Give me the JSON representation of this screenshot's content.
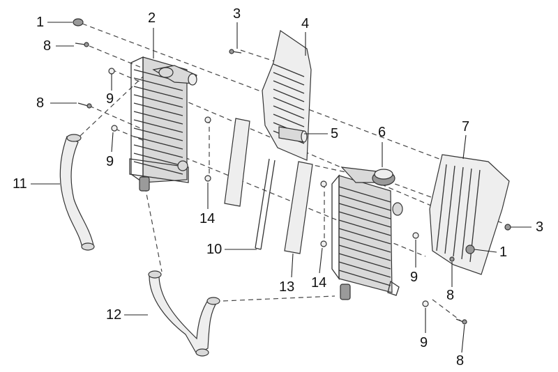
{
  "callouts": [
    {
      "id": "c1a",
      "label": "1"
    },
    {
      "id": "c2",
      "label": "2"
    },
    {
      "id": "c3a",
      "label": "3"
    },
    {
      "id": "c4",
      "label": "4"
    },
    {
      "id": "c8a",
      "label": "8"
    },
    {
      "id": "c9a",
      "label": "9"
    },
    {
      "id": "c8b",
      "label": "8"
    },
    {
      "id": "c9b",
      "label": "9"
    },
    {
      "id": "c5",
      "label": "5"
    },
    {
      "id": "c6",
      "label": "6"
    },
    {
      "id": "c7",
      "label": "7"
    },
    {
      "id": "c11",
      "label": "11"
    },
    {
      "id": "c14a",
      "label": "14"
    },
    {
      "id": "c10",
      "label": "10"
    },
    {
      "id": "c3b",
      "label": "3"
    },
    {
      "id": "c1b",
      "label": "1"
    },
    {
      "id": "c14b",
      "label": "14"
    },
    {
      "id": "c13",
      "label": "13"
    },
    {
      "id": "c9c",
      "label": "9"
    },
    {
      "id": "c8c",
      "label": "8"
    },
    {
      "id": "c12",
      "label": "12"
    },
    {
      "id": "c9d",
      "label": "9"
    },
    {
      "id": "c8d",
      "label": "8"
    }
  ]
}
